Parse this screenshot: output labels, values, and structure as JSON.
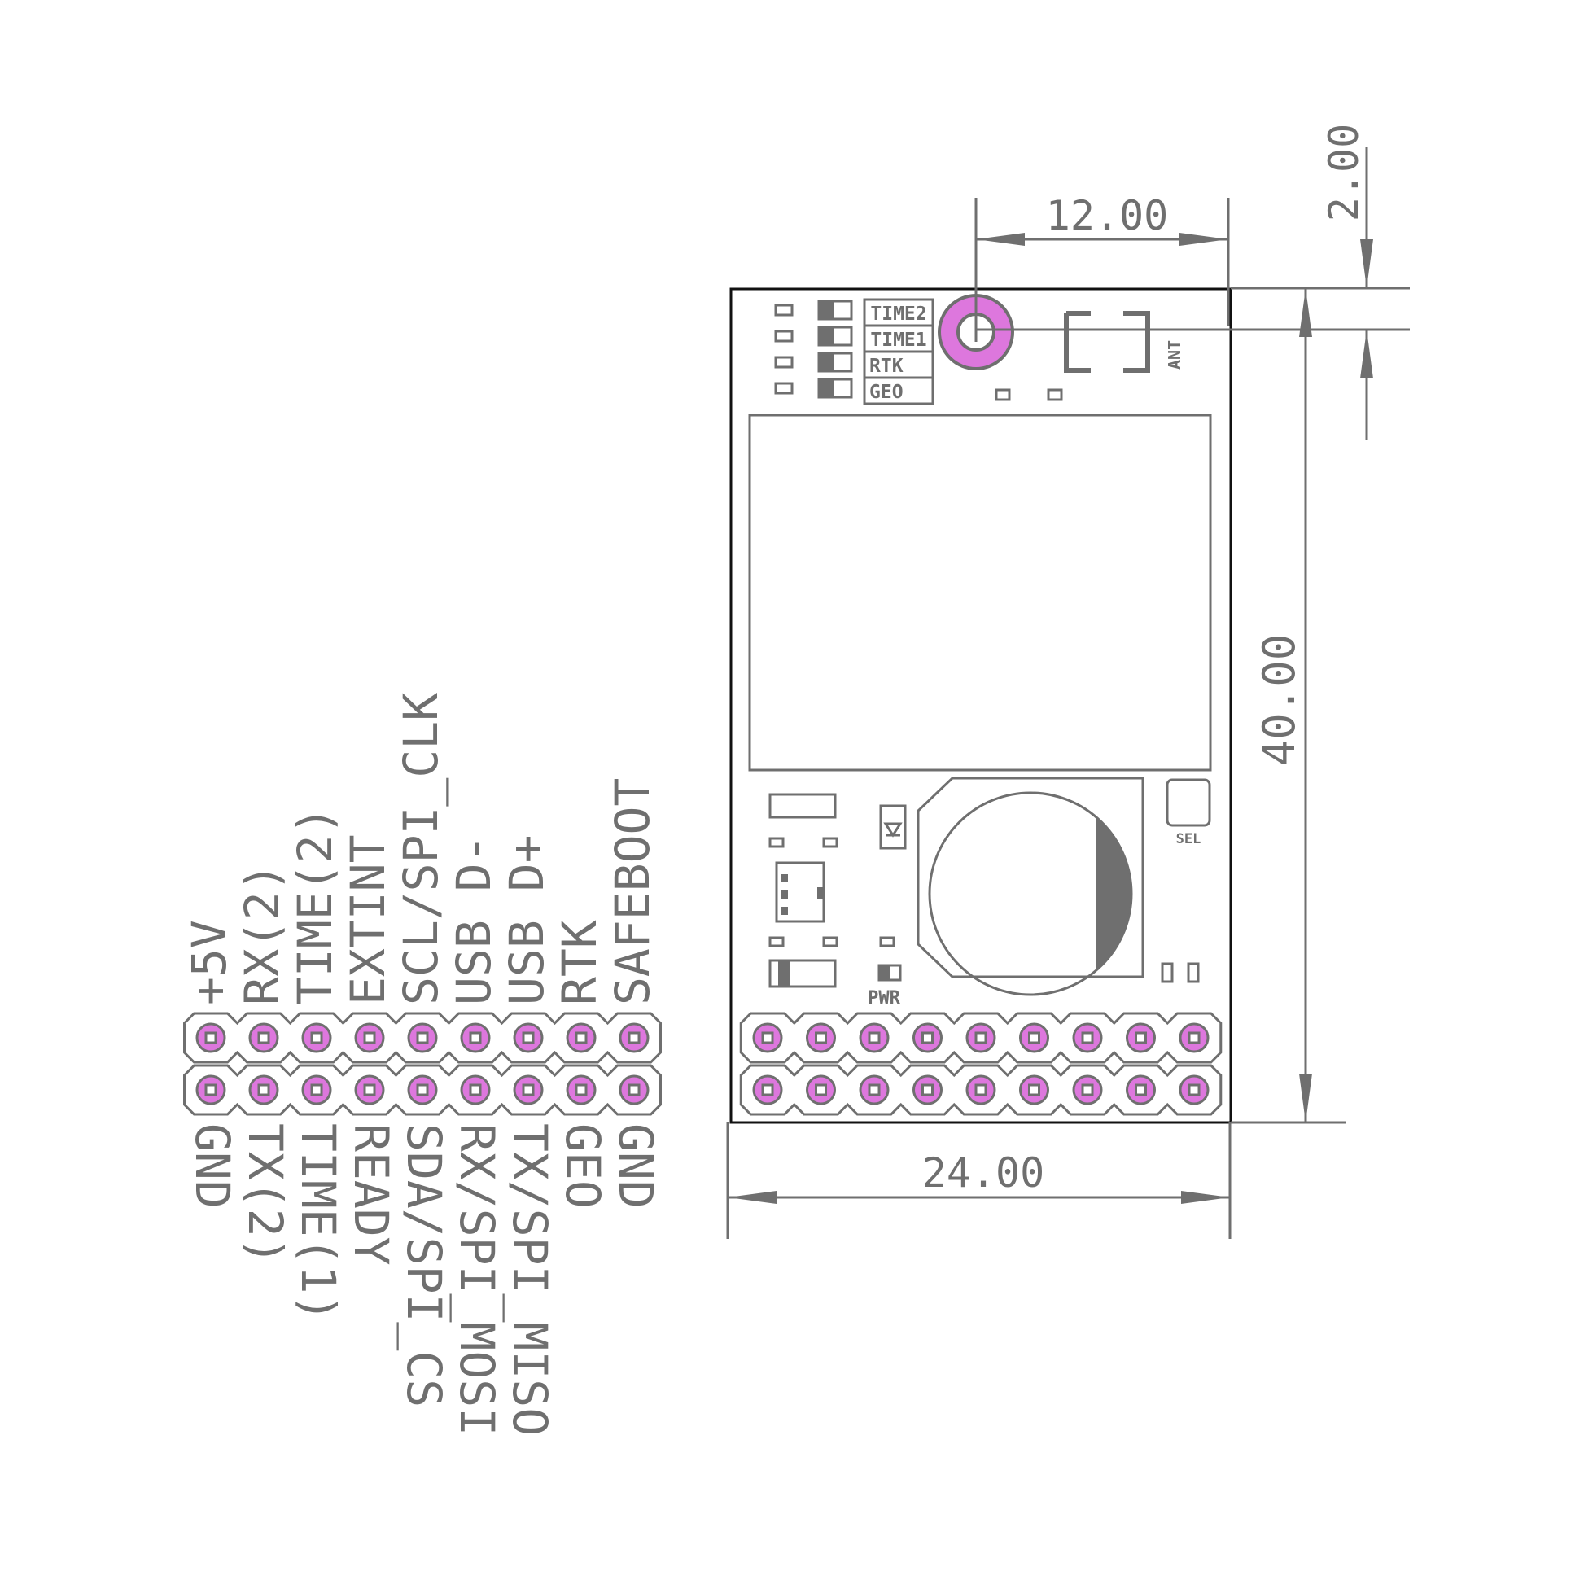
{
  "dimensions": {
    "width": "12.00",
    "offset": "2.00",
    "height": "40.00",
    "board_width": "24.00"
  },
  "silkscreen": {
    "leds": [
      "TIME2",
      "TIME1",
      "RTK",
      "GEO"
    ],
    "antenna": "ANT",
    "select": "SEL",
    "power": "PWR"
  },
  "pins": {
    "top": [
      "+5V",
      "RX(2)",
      "TIME(2)",
      "EXTINT",
      "SCL/SPI_CLK",
      "USB D-",
      "USB D+",
      "RTK",
      "SAFEBOOT"
    ],
    "bottom": [
      "GND",
      "TX(2)",
      "TIME(1)",
      "READY",
      "SDA/SPI_CS",
      "RX/SPI_MOSI",
      "TX/SPI_MISO",
      "GEO",
      "GND"
    ]
  },
  "colors": {
    "line": "#6f6f6f",
    "pad": "#dd77dd",
    "outline": "#000000"
  }
}
